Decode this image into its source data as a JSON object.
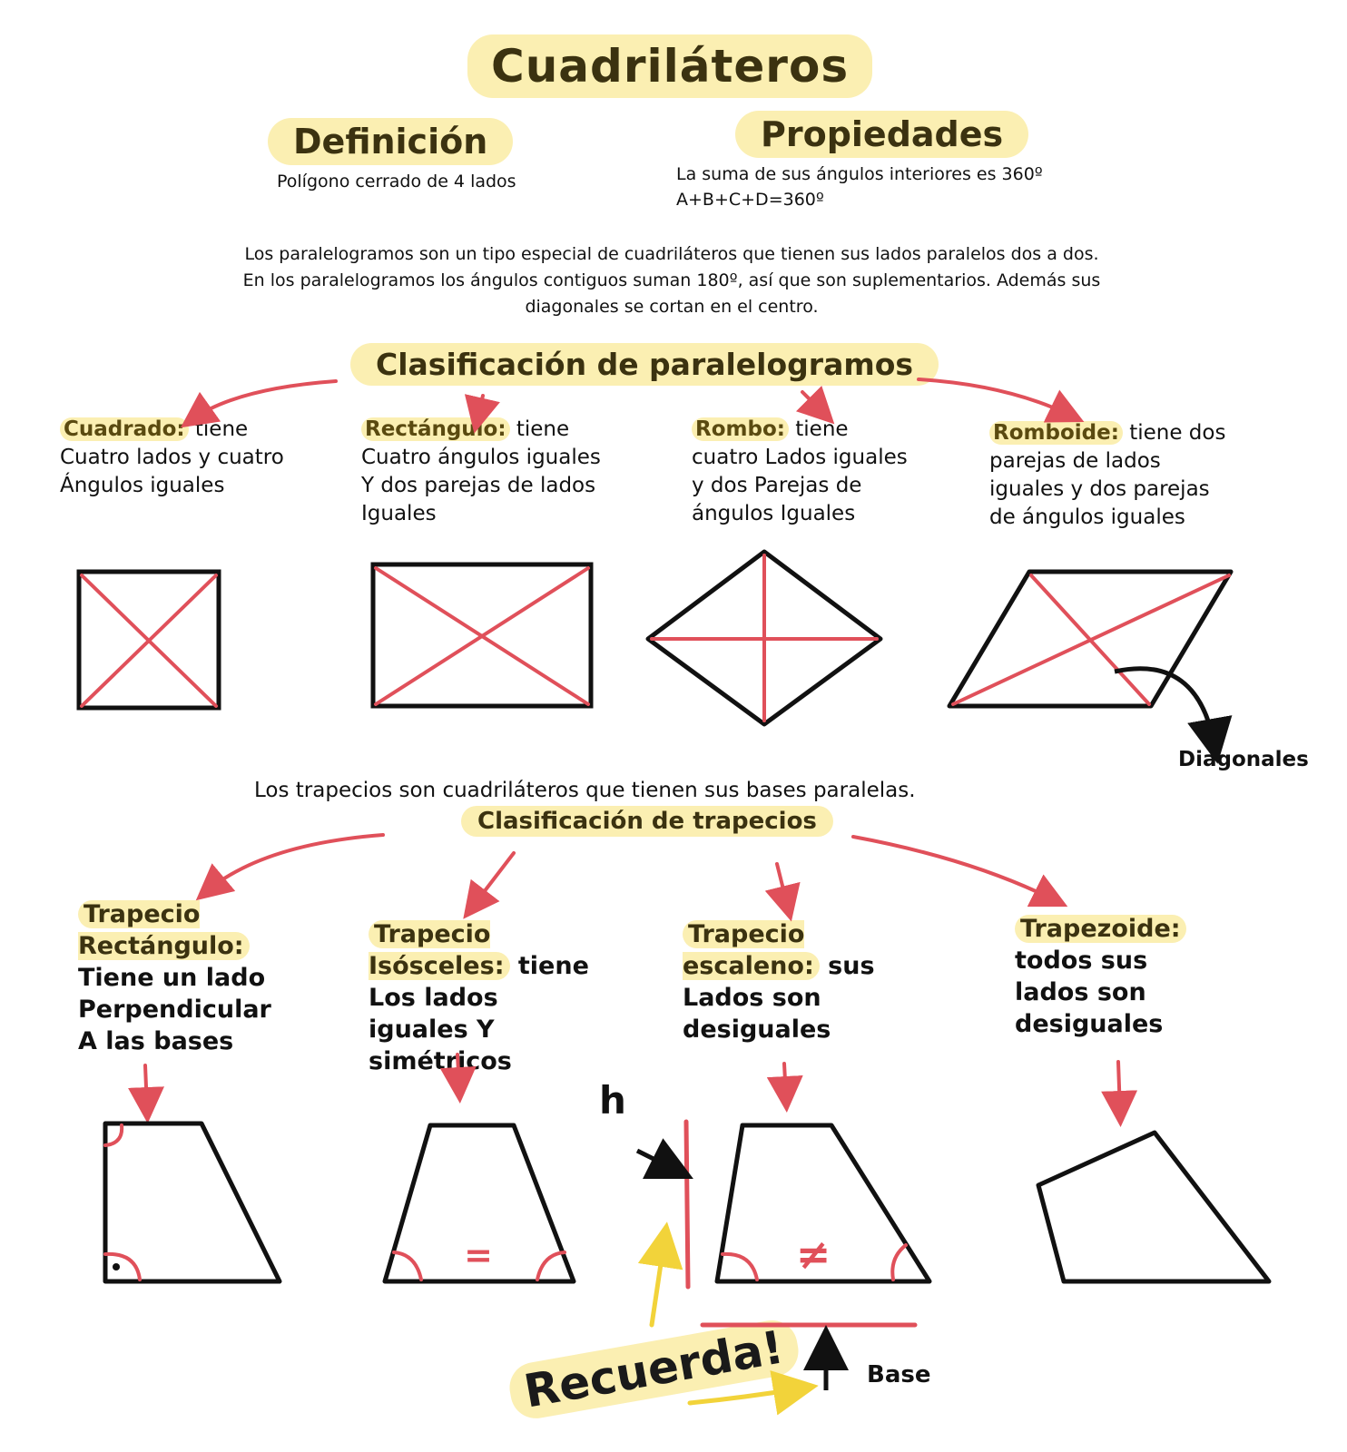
{
  "title": "Cuadriláteros",
  "definition": {
    "heading": "Definición",
    "text": "Polígono cerrado de 4 lados"
  },
  "properties": {
    "heading": "Propiedades",
    "line1": "La suma de sus ángulos interiores es 360º",
    "line2": "A+B+C+D=360º"
  },
  "parallelograms_intro": {
    "line1": "Los paralelogramos son un tipo especial de cuadriláteros que tienen sus lados paralelos dos a dos.",
    "line2": "En los paralelogramos los ángulos contiguos suman 180º, así que son suplementarios. Además sus",
    "line3": "diagonales se cortan en el centro."
  },
  "parallelogram_classification": {
    "heading": "Clasificación de paralelogramos",
    "items": [
      {
        "label": "Cuadrado:",
        "text": " tiene Cuatro lados y cuatro Ángulos iguales"
      },
      {
        "label": "Rectángulo:",
        "text": " tiene Cuatro ángulos iguales Y dos parejas de lados Iguales"
      },
      {
        "label": "Rombo:",
        "text": " tiene cuatro Lados iguales y dos Parejas de ángulos Iguales"
      },
      {
        "label": "Romboide:",
        "text": " tiene dos parejas de lados iguales y dos parejas de ángulos iguales"
      }
    ],
    "diagonals_label": "Diagonales"
  },
  "trapezoids_intro": "Los trapecios son cuadriláteros que tienen sus bases paralelas.",
  "trapezoid_classification": {
    "heading": "Clasificación de trapecios",
    "items": [
      {
        "label": "Trapecio Rectángulo:",
        "text": "Tiene un lado Perpendicular A las bases"
      },
      {
        "label": "Trapecio Isósceles:",
        "text": " tiene Los lados iguales Y simétricos"
      },
      {
        "label": "Trapecio escaleno:",
        "text": " sus Lados son desiguales"
      },
      {
        "label": "Trapezoide:",
        "text": "todos sus lados son desiguales"
      }
    ],
    "isosceles_mark": "=",
    "scalene_mark": "≠"
  },
  "reminder": {
    "label": "Recuerda!",
    "height_label": "h",
    "base_label": "Base"
  },
  "colors": {
    "highlight": "#fbefb2",
    "red": "#e0505a",
    "black": "#111111",
    "yellow_arrow": "#f2d33a",
    "heading_text": "#3b3210"
  }
}
